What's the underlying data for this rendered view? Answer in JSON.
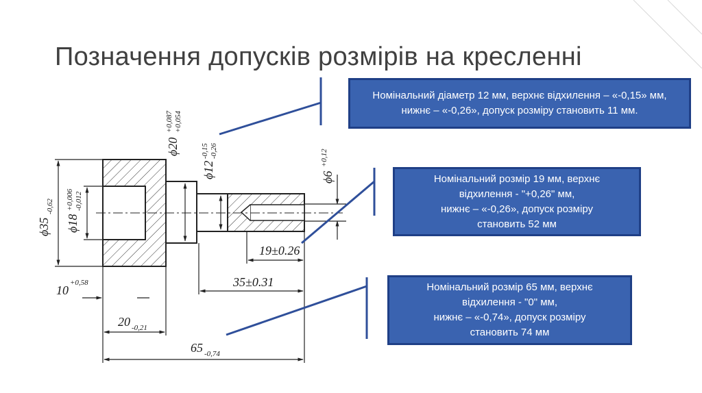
{
  "slide": {
    "title": "Позначення допусків розмірів на кресленні"
  },
  "callouts": [
    {
      "text": "Номінальний діаметр 12 мм, верхнє відхилення – «-0,15» мм, нижнє – «-0,26», допуск розміру становить 11 мм."
    },
    {
      "text": "Номінальний розмір 19 мм, верхнє\nвідхилення - \"+0,26\" мм,\nнижнє – «-0,26», допуск розміру\nстановить 52 мм"
    },
    {
      "text": "Номінальний розмір 65 мм, верхнє\nвідхилення - \"0\" мм,\nнижнє – «-0,74», допуск розміру\nстановить 74 мм"
    }
  ],
  "dimensions": {
    "d35": {
      "nominal": "ϕ35",
      "tol": "-0,62"
    },
    "d18": {
      "nominal": "ϕ18",
      "upper": "+0,006",
      "lower": "-0,012"
    },
    "d20": {
      "nominal": "ϕ20",
      "upper": "+0,087",
      "lower": "+0,054"
    },
    "d12": {
      "nominal": "ϕ12",
      "upper": "-0,15",
      "lower": "-0,26"
    },
    "d6": {
      "nominal": "ϕ6",
      "tol": "+0,12"
    },
    "l19": {
      "text": "19±0.26"
    },
    "l35": {
      "text": "35±0.31"
    },
    "l10": {
      "nominal": "10",
      "tol": "+0,58"
    },
    "l20": {
      "nominal": "20",
      "tol": "-0,21"
    },
    "l65": {
      "nominal": "65",
      "tol": "-0,74"
    }
  },
  "colors": {
    "callout_fill": "#3a63b0",
    "callout_border": "#1f3f86",
    "pointer": "#2f4f9a"
  }
}
